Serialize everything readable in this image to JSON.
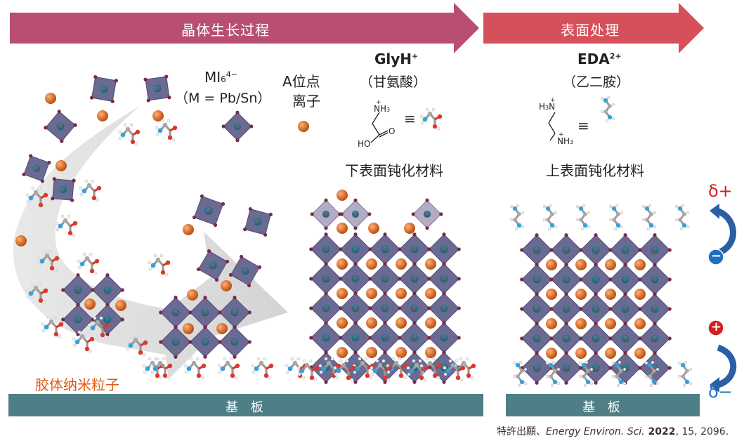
{
  "banners": {
    "growth": "晶体生长过程",
    "surface": "表面处理"
  },
  "labels": {
    "mi6": "MI",
    "mi6_sub": "6",
    "mi6_sup": "4−",
    "metal_def": "（M = Pb/Sn）",
    "a_site_1": "A位点",
    "a_site_2": "离子",
    "glyh": "GlyH",
    "glyh_sup": "+",
    "glyh_cn": "（甘氨酸）",
    "eda": "EDA",
    "eda_sup": "2+",
    "eda_cn": "（乙二胺）",
    "bottom_passivation": "下表面钝化材料",
    "top_passivation": "上表面钝化材料",
    "colloid": "胶体纳米粒子",
    "substrate_left": "基 板",
    "substrate_right": "基 板",
    "delta_plus": "δ+",
    "delta_minus": "δ−",
    "minus_sign": "−",
    "plus_sign": "+"
  },
  "structure_text": {
    "nh3": "NH",
    "nh3_sub": "3",
    "plus": "+",
    "ho": "HO",
    "o": "O",
    "h3n": "H",
    "h3n_sub": "3",
    "h3n_n": "N",
    "equiv": "≡"
  },
  "citation": {
    "prefix": "特許出願、",
    "journal": "Energy Environ. Sci.",
    "year": " 2022",
    "rest": ", 15, 2096."
  },
  "colors": {
    "growth_banner": "#b84f70",
    "surface_banner": "#d5505a",
    "substrate": "#4f7f86",
    "octahedron": "#6b6a93",
    "a_site": "#e07836",
    "delta_plus": "#d32020",
    "delta_minus": "#1f6fbf"
  }
}
